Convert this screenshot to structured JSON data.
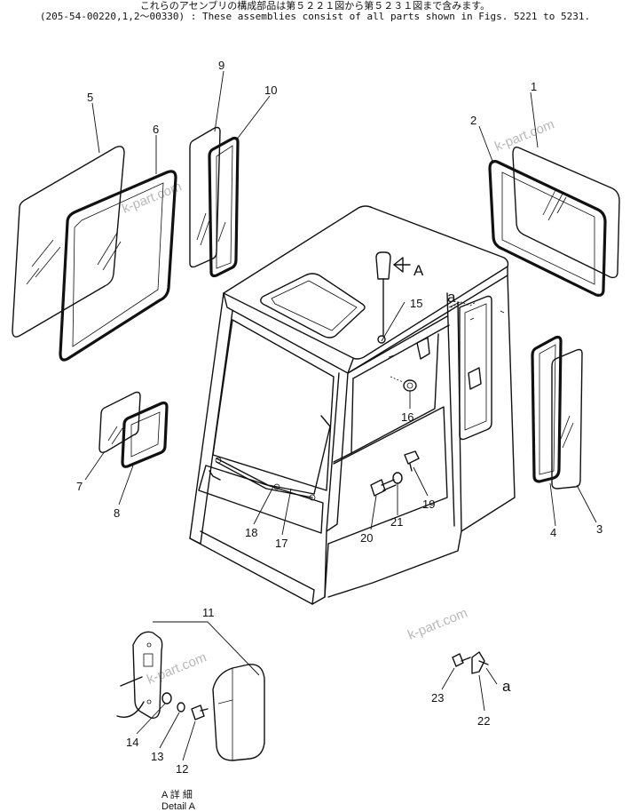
{
  "header": {
    "line1": "これらのアセンブリの構成部品は第５２２１図から第５２３１図まで含みます。",
    "line2": "(205-54-00220,1,2～00330) : These assemblies consist of all parts shown in Figs. 5221 to 5231."
  },
  "callouts": [
    "1",
    "2",
    "3",
    "4",
    "5",
    "6",
    "7",
    "8",
    "9",
    "10",
    "11",
    "12",
    "13",
    "14",
    "15",
    "16",
    "17",
    "18",
    "19",
    "20",
    "21",
    "22",
    "23"
  ],
  "labels": {
    "arrow_a": "A",
    "ref_a_top": "a",
    "ref_a_bottom": "a"
  },
  "detail": {
    "jp": "A 詳 細",
    "en": "Detail A"
  },
  "watermark": "k-part.com"
}
